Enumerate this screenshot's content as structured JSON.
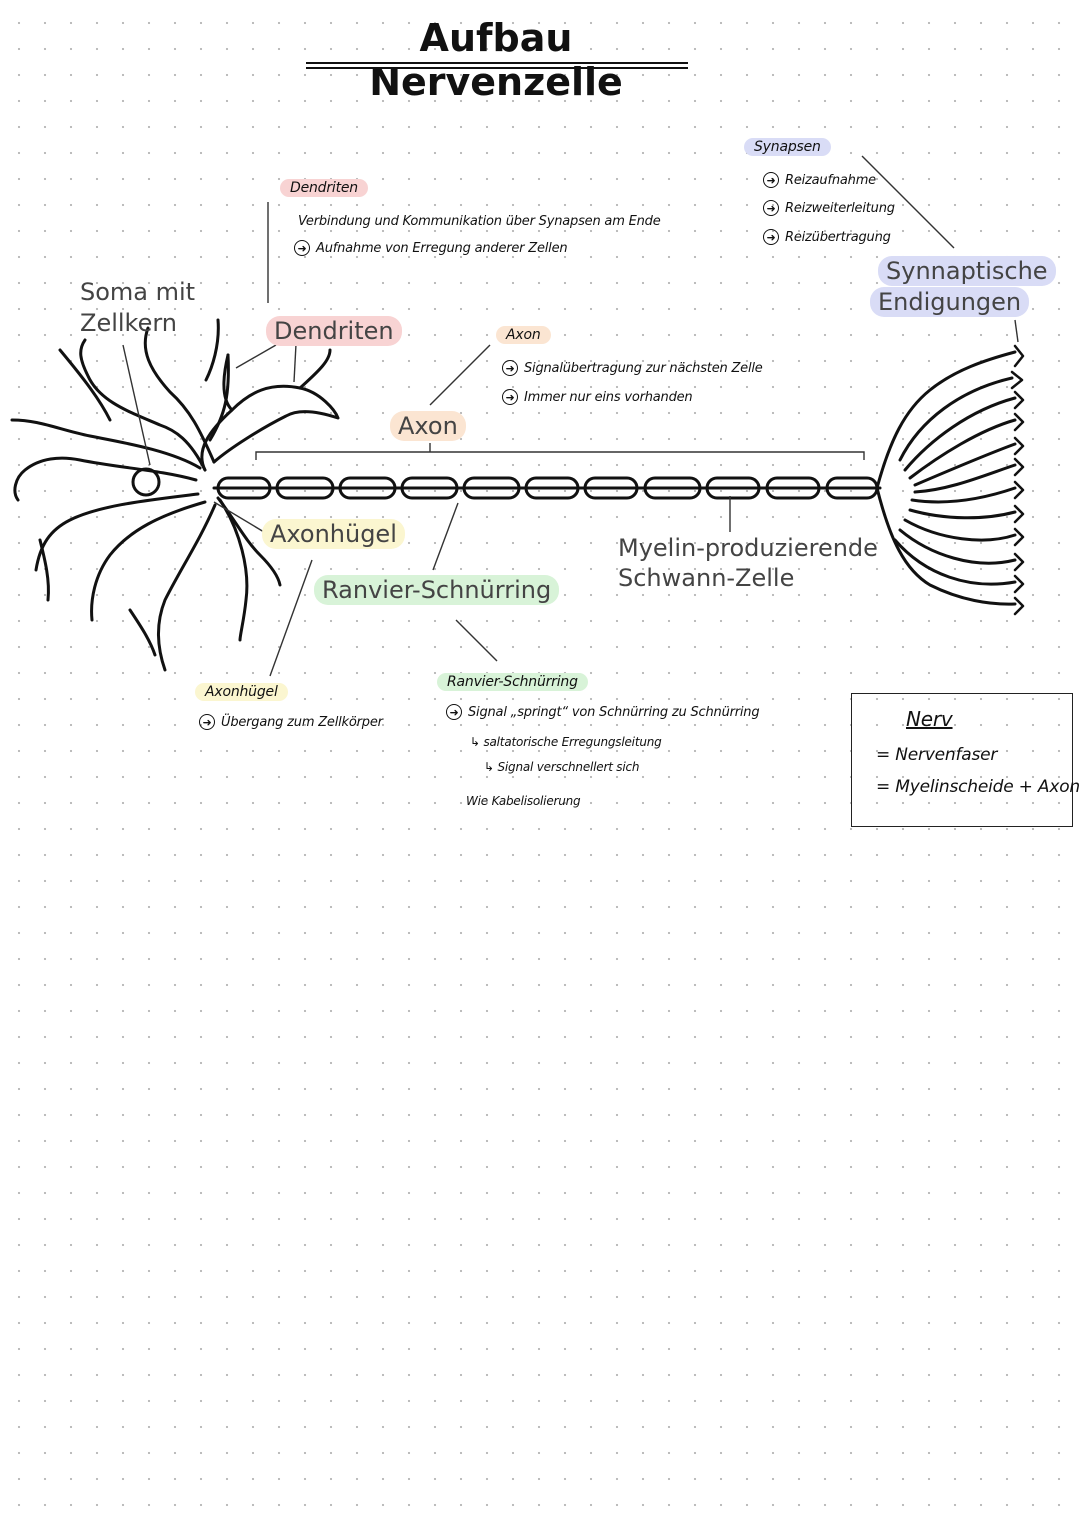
{
  "title": "Aufbau Nervenzelle",
  "labels": {
    "soma_1": "Soma mit",
    "soma_2": "Zellkern",
    "dendriten": "Dendriten",
    "axon": "Axon",
    "axonhuegel": "Axonhügel",
    "ranvier": "Ranvier-Schnürring",
    "myelin_1": "Myelin-produzierende",
    "myelin_2": "Schwann-Zelle",
    "synaptische_1": "Synnaptische",
    "synaptische_2": "Endigungen"
  },
  "notes": {
    "dendriten": {
      "heading": "Dendriten",
      "line1": "Verbindung und Kommunikation über Synapsen am Ende",
      "bullet1": "Aufnahme von Erregung anderer Zellen"
    },
    "synapsen": {
      "heading": "Synapsen",
      "bullets": [
        "Reizaufnahme",
        "Reizweiterleitung",
        "Reizübertragung"
      ]
    },
    "axon": {
      "heading": "Axon",
      "bullets": [
        "Signalübertragung zur nächsten Zelle",
        "Immer nur eins vorhanden"
      ]
    },
    "axonhuegel": {
      "heading": "Axonhügel",
      "bullet1": "Übergang zum Zellkörper"
    },
    "ranvier": {
      "heading": "Ranvier-Schnürring",
      "bullet1": "Signal „springt“ von Schnürring zu Schnürring",
      "sub1": "↳ saltatorische Erregungsleitung",
      "sub2": "↳ Signal verschnellert sich",
      "extra": "Wie Kabelisolierung"
    }
  },
  "nerv": {
    "title": "Nerv",
    "line1": "= Nervenfaser",
    "line2": "= Myelinscheide + Axon"
  },
  "colors": {
    "dendriten": "#f8d3d3",
    "axon": "#fbe5d2",
    "axonhuegel": "#fbf6d0",
    "ranvier": "#d8f3d8",
    "synapse": "#d9dcf6"
  }
}
